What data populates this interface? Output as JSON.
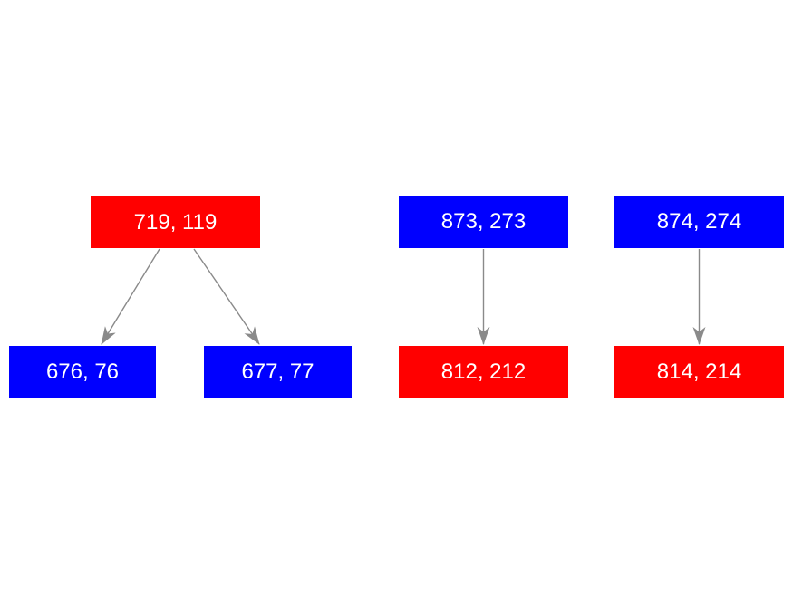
{
  "diagram": {
    "background_color": "#ffffff",
    "node_text_color": "#ffffff",
    "arrow_color": "#8a8a8a",
    "node_colors": {
      "red": "#ff0000",
      "blue": "#0000ff"
    },
    "nodes": [
      {
        "id": "n719",
        "label": "719, 119",
        "color": "#ff0000"
      },
      {
        "id": "n873",
        "label": "873, 273",
        "color": "#0000ff"
      },
      {
        "id": "n874",
        "label": "874, 274",
        "color": "#0000ff"
      },
      {
        "id": "n676",
        "label": "676, 76",
        "color": "#0000ff"
      },
      {
        "id": "n677",
        "label": "677, 77",
        "color": "#0000ff"
      },
      {
        "id": "n812",
        "label": "812, 212",
        "color": "#ff0000"
      },
      {
        "id": "n814",
        "label": "814, 214",
        "color": "#ff0000"
      }
    ],
    "edges": [
      {
        "from": "719, 119",
        "to": "676, 76"
      },
      {
        "from": "719, 119",
        "to": "677, 77"
      },
      {
        "from": "873, 273",
        "to": "812, 212"
      },
      {
        "from": "874, 274",
        "to": "814, 214"
      }
    ]
  }
}
